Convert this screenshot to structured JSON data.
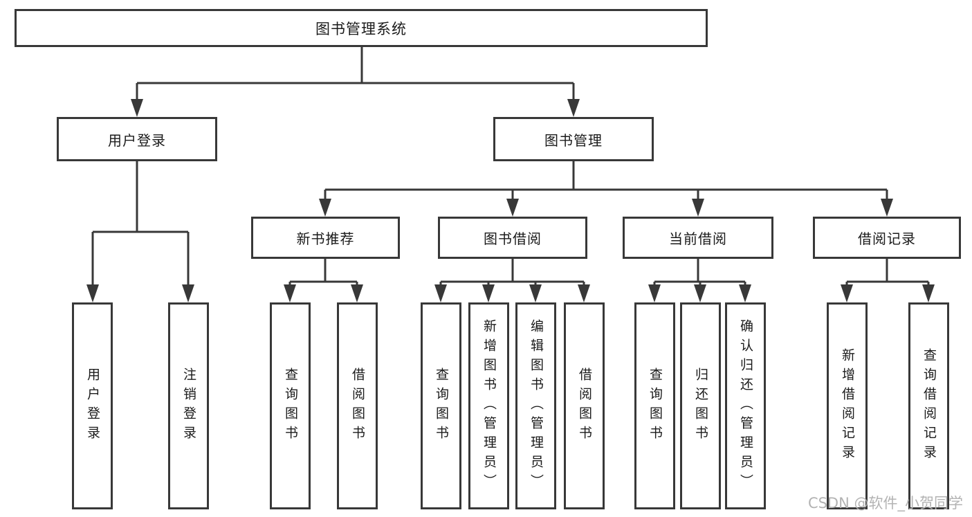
{
  "diagram": {
    "root": {
      "label": "图书管理系统"
    },
    "level2": [
      {
        "label": "用户登录"
      },
      {
        "label": "图书管理"
      }
    ],
    "level3": [
      {
        "label": "新书推荐"
      },
      {
        "label": "图书借阅"
      },
      {
        "label": "当前借阅"
      },
      {
        "label": "借阅记录"
      }
    ],
    "leaves": [
      {
        "label": "用户登录"
      },
      {
        "label": "注销登录"
      },
      {
        "label": "查询图书"
      },
      {
        "label": "借阅图书"
      },
      {
        "label": "查询图书"
      },
      {
        "label": "新增图书（管理员）"
      },
      {
        "label": "编辑图书（管理员）"
      },
      {
        "label": "借阅图书"
      },
      {
        "label": "查询图书"
      },
      {
        "label": "归还图书"
      },
      {
        "label": "确认归还（管理员）"
      },
      {
        "label": "新增借阅记录"
      },
      {
        "label": "查询借阅记录"
      }
    ]
  },
  "watermark": {
    "text": "CSDN @软件_小贺同学"
  },
  "colors": {
    "line": "#383838",
    "text": "#1a1a1a",
    "background": "#ffffff",
    "watermark": "#b3b3b3"
  }
}
